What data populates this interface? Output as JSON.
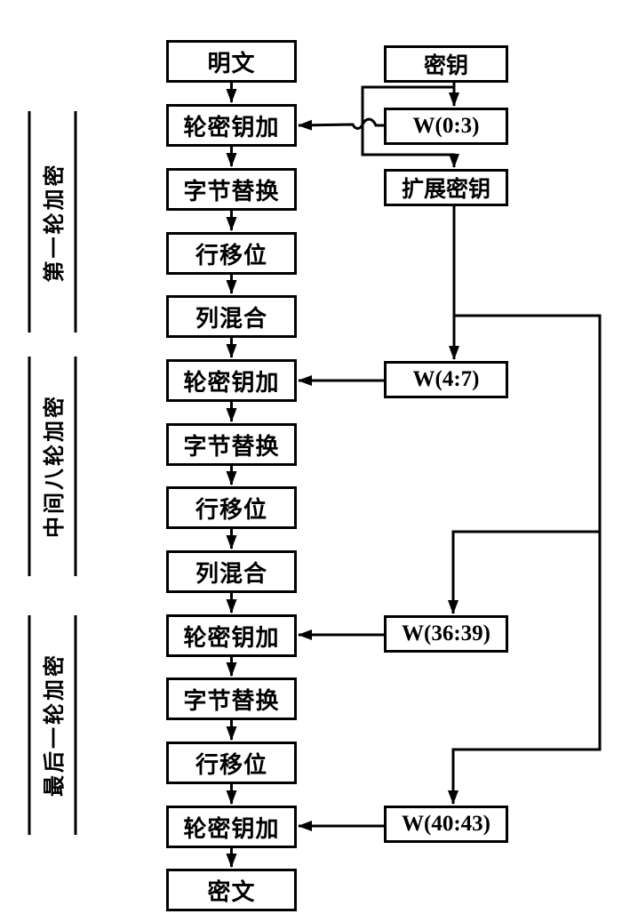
{
  "diagram": {
    "left_column": [
      "明文",
      "轮密钥加",
      "字节替换",
      "行移位",
      "列混合",
      "轮密钥加",
      "字节替换",
      "行移位",
      "列混合",
      "轮密钥加",
      "字节替换",
      "行移位",
      "轮密钥加",
      "密文"
    ],
    "right_column": [
      "密钥",
      "W(0:3)",
      "扩展密钥",
      "W(4:7)",
      "W(36:39)",
      "W(40:43)"
    ],
    "sections": [
      "第一轮加密",
      "中间八轮加密",
      "最后一轮加密"
    ],
    "colors": {
      "line": "#000000",
      "background": "#ffffff"
    }
  }
}
